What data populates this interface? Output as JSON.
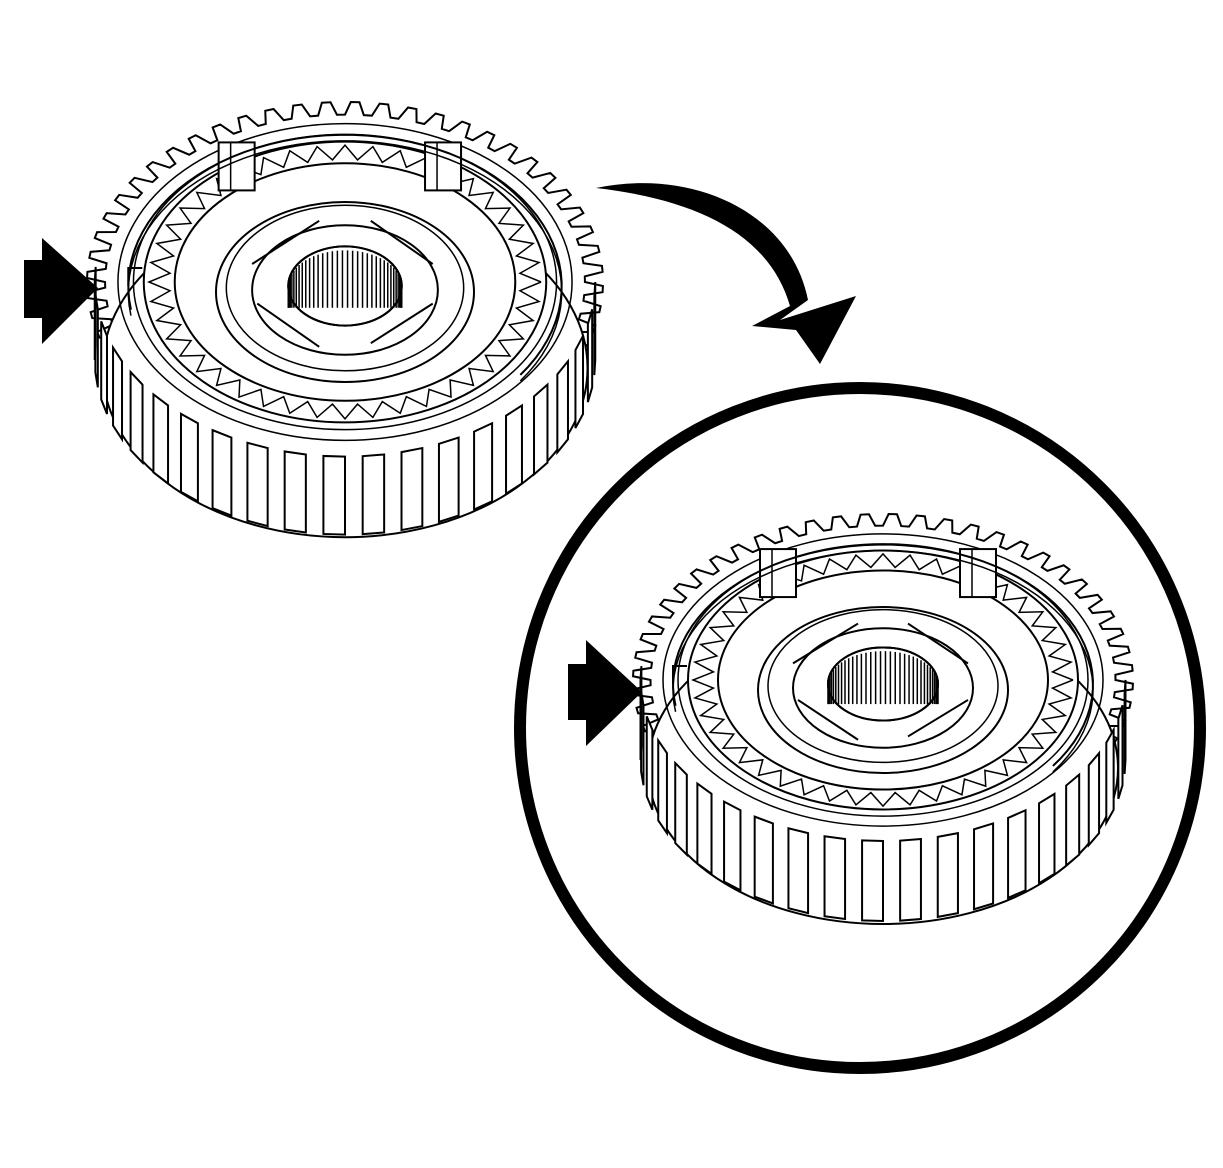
{
  "figure": {
    "description_visible_text": ""
  },
  "colors": {
    "ink": "#000000",
    "paper": "#ffffff"
  },
  "icons": {
    "pointer_arrow": "right-pointing-block-arrow-icon",
    "transition_arrow": "curved-arrow-icon"
  },
  "gears": [
    {
      "id": "synchronizer-assembly-before",
      "teeth_outer": 56,
      "teeth_inner": 40,
      "inner_splines": 36
    },
    {
      "id": "synchronizer-assembly-after",
      "teeth_outer": 56,
      "teeth_inner": 40,
      "inner_splines": 36
    }
  ]
}
